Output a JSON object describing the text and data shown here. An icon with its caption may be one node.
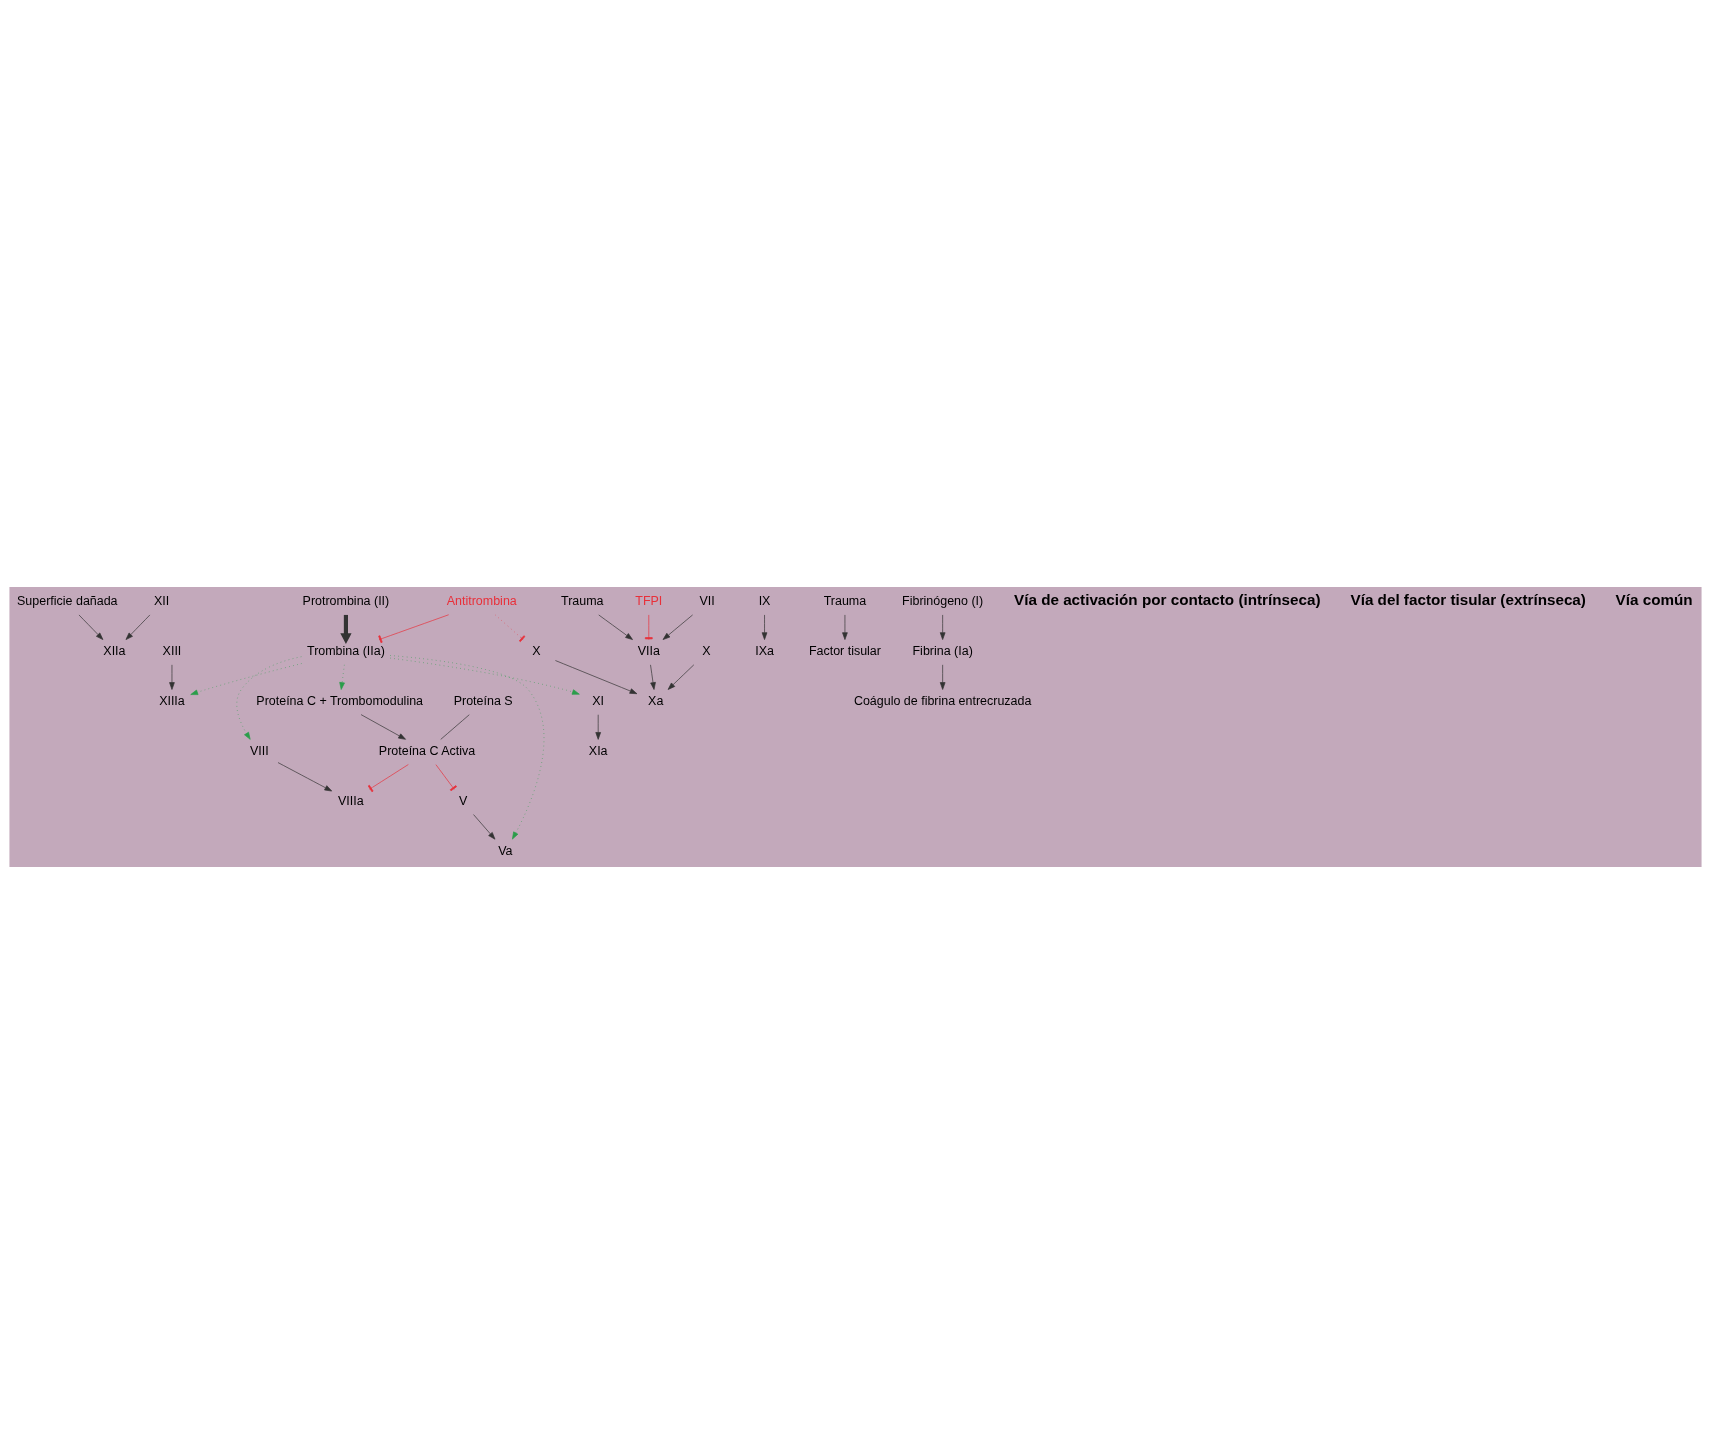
{
  "diagram": {
    "nodes": [
      {
        "text": [
          "Superficie dañada"
        ]
      },
      {
        "text": [
          "XII"
        ]
      },
      {
        "text": [
          "XIIa"
        ]
      },
      {
        "text": [
          "XI"
        ]
      },
      {
        "text": [
          "XIa"
        ]
      },
      {
        "text": [
          "IX"
        ]
      },
      {
        "text": [
          "IXa"
        ]
      },
      {
        "text": [
          "VIIIa"
        ]
      },
      {
        "text": [
          "VIII"
        ]
      },
      {
        "text": [
          "Trauma"
        ]
      },
      {
        "text": [
          "TFPI"
        ]
      },
      {
        "text": [
          "VIIa"
        ]
      },
      {
        "text": [
          "VII"
        ]
      },
      {
        "text": [
          "Factor tisular"
        ]
      },
      {
        "text": [
          "Trauma"
        ]
      },
      {
        "text": [
          "Antitrombina"
        ]
      },
      {
        "text": [
          "X"
        ]
      },
      {
        "text": [
          "X"
        ]
      },
      {
        "text": [
          "Xa"
        ]
      },
      {
        "text": [
          "Protrombina (II)"
        ]
      },
      {
        "text": [
          "Trombina (IIa)"
        ]
      },
      {
        "text": [
          "Va"
        ]
      },
      {
        "text": [
          "V"
        ]
      },
      {
        "text": [
          "Fibrinógeno (I)"
        ]
      },
      {
        "text": [
          "Fibrina (Ia)"
        ]
      },
      {
        "text": [
          "XIIIa"
        ]
      },
      {
        "text": [
          "XIII"
        ]
      },
      {
        "text": [
          "Coágulo de fibrina entrecruzada"
        ]
      },
      {
        "text": [
          "Proteína C Activa"
        ]
      },
      {
        "text": [
          "Proteína S"
        ]
      },
      {
        "text": [
          "Proteína C + Trombomodulina"
        ]
      }
    ],
    "edges": [
      {
        "from": 0,
        "to": 2,
        "arrow": "to"
      },
      {
        "from": 1,
        "to": 2,
        "arrow": "to"
      },
      {
        "from": 3,
        "to": 4,
        "arrow": "to"
      },
      {
        "from": 5,
        "to": 6,
        "arrow": "to"
      },
      {
        "from": 8,
        "to": 7,
        "arrow": "to"
      },
      {
        "from": 9,
        "to": 11,
        "arrow": "to"
      },
      {
        "from": 12,
        "to": 11,
        "arrow": "to"
      },
      {
        "from": 10,
        "to": 11,
        "arrow": "other",
        "color": "#e8303a"
      },
      {
        "from": 14,
        "to": 13,
        "arrow": "to"
      },
      {
        "from": 11,
        "to": 18,
        "arrow": "to"
      },
      {
        "from": 16,
        "to": 18,
        "arrow": "to"
      },
      {
        "from": 17,
        "to": 18,
        "arrow": "to"
      },
      {
        "from": 15,
        "to": 17,
        "arrow": "other",
        "style": "dashed",
        "color": "#e8303a"
      },
      {
        "from": 15,
        "to": 20,
        "arrow": "other",
        "color": "#e8303a"
      },
      {
        "from": 19,
        "to": 20,
        "arrow": "to",
        "style": "thick"
      },
      {
        "from": 22,
        "to": 21,
        "arrow": "to"
      },
      {
        "from": 23,
        "to": 24,
        "arrow": "to"
      },
      {
        "from": 24,
        "to": 27,
        "arrow": "to"
      },
      {
        "from": 26,
        "to": 25,
        "arrow": "to"
      },
      {
        "from": 20,
        "to": 25,
        "arrow": "to",
        "style": "dashed",
        "color": "#2a9d4a"
      },
      {
        "from": 20,
        "to": 3,
        "arrow": "to",
        "style": "dashed",
        "color": "#2a9d4a"
      },
      {
        "from": 20,
        "to": 21,
        "arrow": "to",
        "style": "dashed",
        "color": "#2a9d4a"
      },
      {
        "from": 20,
        "to": 8,
        "arrow": "to",
        "style": "dashed",
        "color": "#2a9d4a"
      },
      {
        "from": 20,
        "to": 30,
        "arrow": "to",
        "style": "dashed",
        "color": "#2a9d4a"
      },
      {
        "from": 28,
        "to": 7,
        "arrow": "other",
        "color": "#e8303a"
      },
      {
        "from": 28,
        "to": 22,
        "arrow": "other",
        "color": "#e8303a"
      },
      {
        "from": 30,
        "to": 28,
        "arrow": "to"
      },
      {
        "from": 29,
        "to": 28,
        "arrow": "none"
      }
    ],
    "labels": [
      "Vía de activación por contacto (intrínseca)",
      "Vía del factor tisular (extrínseca)",
      "Vía común"
    ]
  }
}
